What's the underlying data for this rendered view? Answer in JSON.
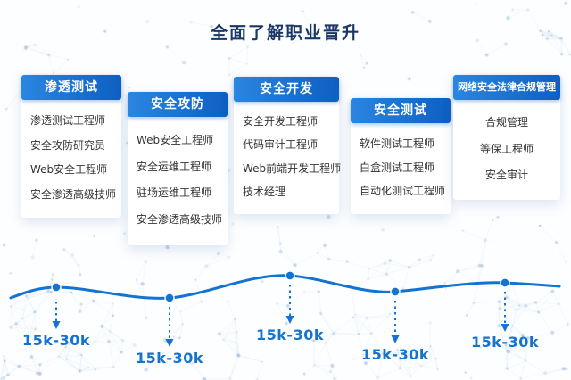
{
  "title": "全面了解职业晋升",
  "cards": [
    {
      "header": "渗透测试",
      "items": [
        "渗透测试工程师",
        "安全攻防研究员",
        "Web安全工程师",
        "安全渗透高级技师"
      ]
    },
    {
      "header": "安全攻防",
      "items": [
        "Web安全工程师",
        "安全运维工程师",
        "驻场运维工程师",
        "安全渗透高级技师"
      ]
    },
    {
      "header": "安全开发",
      "items": [
        "安全开发工程师",
        "代码审计工程师",
        "Web前端开发工程师",
        "技术经理"
      ]
    },
    {
      "header": "安全测试",
      "items": [
        "软件测试工程师",
        "白盒测试工程师",
        "自动化测试工程师"
      ]
    },
    {
      "header": "网络安全法律合规管理",
      "items": [
        "合规管理",
        "等保工程师",
        "安全审计"
      ]
    }
  ],
  "salaries": [
    "15k-30k",
    "15k-30k",
    "15k-30k",
    "15k-30k",
    "15k-30k"
  ],
  "colors": {
    "accent": "#1472d0",
    "header_gradient_start": "#2a86e0",
    "header_gradient_end": "#0e5fc2",
    "title_text": "#1b3766",
    "item_text": "#333333",
    "salary_text": "#1472d0"
  }
}
